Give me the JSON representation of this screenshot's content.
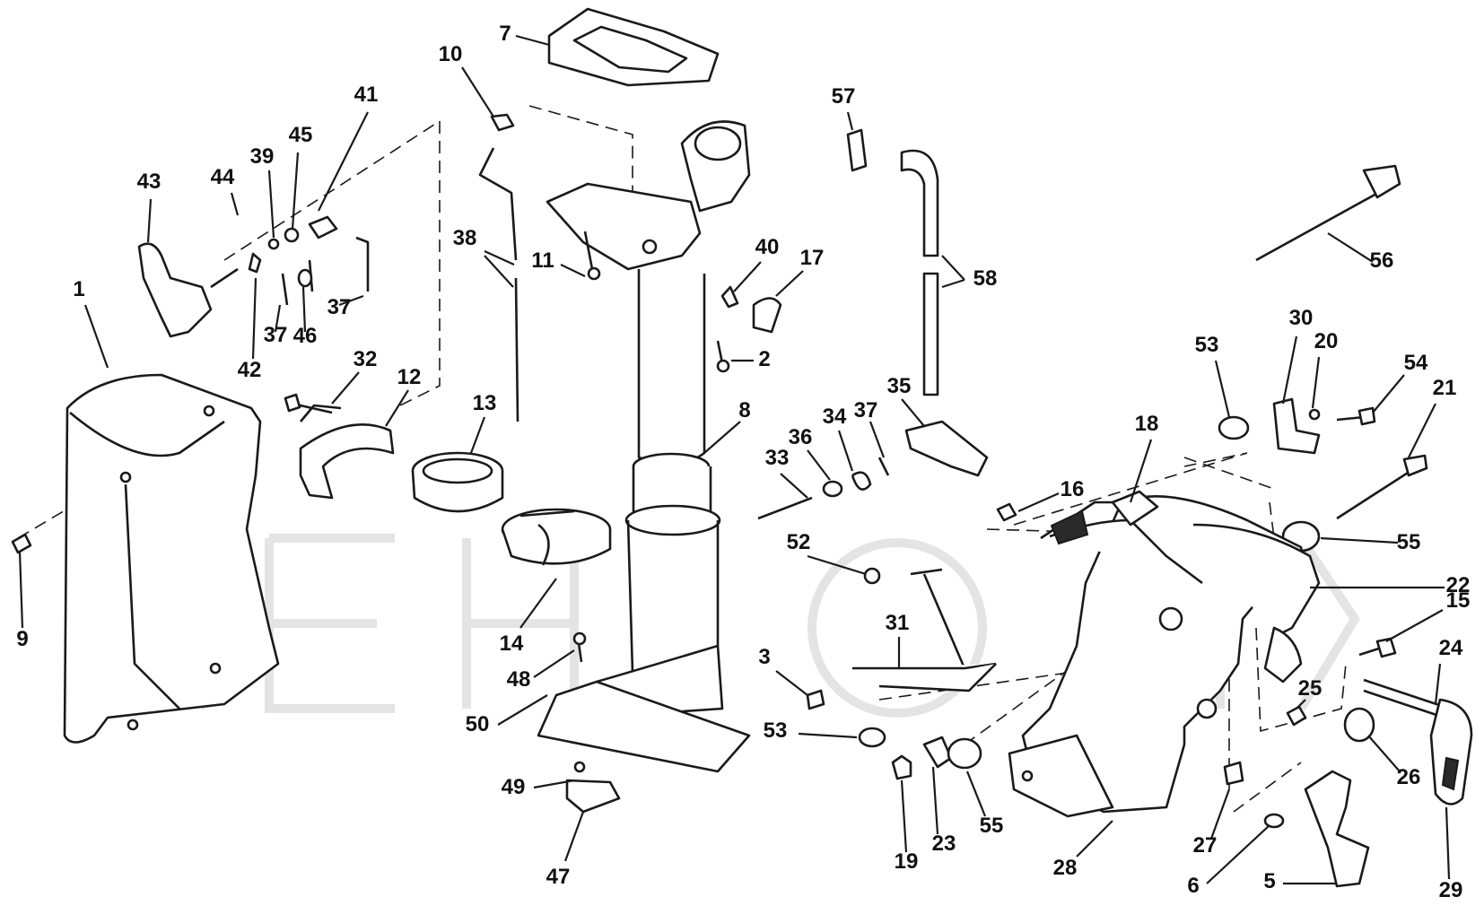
{
  "diagram": {
    "labels": [
      "1",
      "2",
      "3",
      "5",
      "6",
      "7",
      "8",
      "9",
      "10",
      "11",
      "12",
      "13",
      "14",
      "15",
      "16",
      "17",
      "18",
      "19",
      "20",
      "21",
      "22",
      "23",
      "24",
      "25",
      "26",
      "27",
      "28",
      "29",
      "30",
      "31",
      "32",
      "33",
      "34",
      "35",
      "36",
      "37",
      "38",
      "39",
      "40",
      "41",
      "42",
      "43",
      "44",
      "45",
      "46",
      "47",
      "48",
      "49",
      "50",
      "52",
      "53",
      "54",
      "55",
      "56",
      "57",
      "58"
    ],
    "callouts": [
      {
        "id": "c1",
        "text": "1"
      },
      {
        "id": "c2",
        "text": "2"
      },
      {
        "id": "c3",
        "text": "3"
      },
      {
        "id": "c5",
        "text": "5"
      },
      {
        "id": "c6",
        "text": "6"
      },
      {
        "id": "c7",
        "text": "7"
      },
      {
        "id": "c8",
        "text": "8"
      },
      {
        "id": "c9",
        "text": "9"
      },
      {
        "id": "c10",
        "text": "10"
      },
      {
        "id": "c11",
        "text": "11"
      },
      {
        "id": "c12",
        "text": "12"
      },
      {
        "id": "c13",
        "text": "13"
      },
      {
        "id": "c14",
        "text": "14"
      },
      {
        "id": "c15",
        "text": "15"
      },
      {
        "id": "c16",
        "text": "16"
      },
      {
        "id": "c17",
        "text": "17"
      },
      {
        "id": "c18",
        "text": "18"
      },
      {
        "id": "c19",
        "text": "19"
      },
      {
        "id": "c20",
        "text": "20"
      },
      {
        "id": "c21",
        "text": "21"
      },
      {
        "id": "c22",
        "text": "22"
      },
      {
        "id": "c23",
        "text": "23"
      },
      {
        "id": "c24",
        "text": "24"
      },
      {
        "id": "c25",
        "text": "25"
      },
      {
        "id": "c26",
        "text": "26"
      },
      {
        "id": "c27",
        "text": "27"
      },
      {
        "id": "c28",
        "text": "28"
      },
      {
        "id": "c29",
        "text": "29"
      },
      {
        "id": "c30",
        "text": "30"
      },
      {
        "id": "c31",
        "text": "31"
      },
      {
        "id": "c32",
        "text": "32"
      },
      {
        "id": "c33",
        "text": "33"
      },
      {
        "id": "c34",
        "text": "34"
      },
      {
        "id": "c35",
        "text": "35"
      },
      {
        "id": "c36",
        "text": "36"
      },
      {
        "id": "c37a",
        "text": "37"
      },
      {
        "id": "c37b",
        "text": "37"
      },
      {
        "id": "c37c",
        "text": "37"
      },
      {
        "id": "c38",
        "text": "38"
      },
      {
        "id": "c39",
        "text": "39"
      },
      {
        "id": "c40",
        "text": "40"
      },
      {
        "id": "c41",
        "text": "41"
      },
      {
        "id": "c42",
        "text": "42"
      },
      {
        "id": "c43",
        "text": "43"
      },
      {
        "id": "c44",
        "text": "44"
      },
      {
        "id": "c45",
        "text": "45"
      },
      {
        "id": "c46",
        "text": "46"
      },
      {
        "id": "c47",
        "text": "47"
      },
      {
        "id": "c48",
        "text": "48"
      },
      {
        "id": "c49",
        "text": "49"
      },
      {
        "id": "c50",
        "text": "50"
      },
      {
        "id": "c52",
        "text": "52"
      },
      {
        "id": "c53a",
        "text": "53"
      },
      {
        "id": "c53b",
        "text": "53"
      },
      {
        "id": "c54",
        "text": "54"
      },
      {
        "id": "c55a",
        "text": "55"
      },
      {
        "id": "c55b",
        "text": "55"
      },
      {
        "id": "c56",
        "text": "56"
      },
      {
        "id": "c57",
        "text": "57"
      },
      {
        "id": "c58",
        "text": "58"
      }
    ]
  },
  "colors": {
    "line": "#1a1a1a",
    "background": "#ffffff",
    "watermark": "#e4e4e4"
  }
}
